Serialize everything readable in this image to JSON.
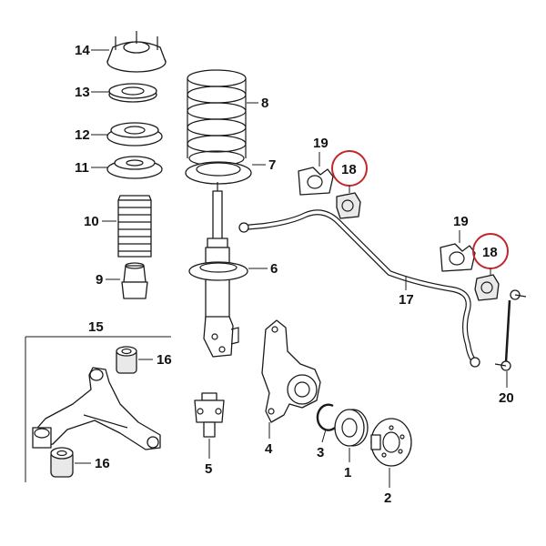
{
  "callouts": {
    "c1": "1",
    "c2": "2",
    "c3": "3",
    "c4": "4",
    "c5": "5",
    "c6": "6",
    "c7": "7",
    "c8": "8",
    "c9": "9",
    "c10": "10",
    "c11": "11",
    "c12": "12",
    "c13": "13",
    "c14": "14",
    "c15": "15",
    "c16a": "16",
    "c16b": "16",
    "c17": "17",
    "c18a": "18",
    "c18b": "18",
    "c19a": "19",
    "c19b": "19",
    "c20": "20"
  },
  "colors": {
    "highlight": "#c0272d",
    "ink": "#1a1a1a",
    "background": "#ffffff"
  }
}
